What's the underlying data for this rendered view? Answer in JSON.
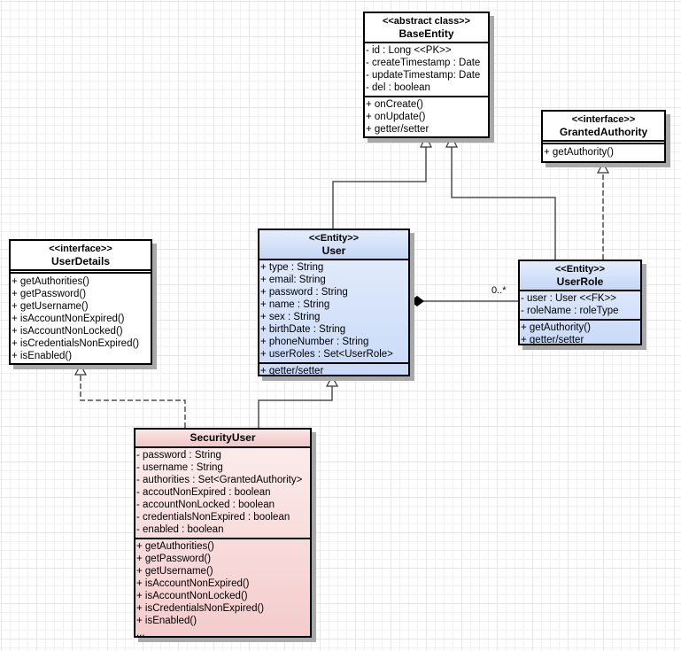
{
  "diagram": {
    "classes": {
      "base_entity": {
        "stereotype": "<<abstract class>>",
        "name": "BaseEntity",
        "attributes": [
          "- id : Long <<PK>>",
          "- createTimestamp : Date",
          "- updateTimestamp: Date",
          "- del : boolean"
        ],
        "methods": [
          "+ onCreate()",
          "+ onUpdate()",
          "+ getter/setter"
        ]
      },
      "granted_authority": {
        "stereotype": "<<interface>>",
        "name": "GrantedAuthority",
        "attributes": [],
        "methods": [
          "+ getAuthority()"
        ]
      },
      "user_details": {
        "stereotype": "<<interface>>",
        "name": "UserDetails",
        "attributes": [],
        "methods": [
          "+ getAuthorities()",
          "+ getPassword()",
          "+ getUsername()",
          "+ isAccountNonExpired()",
          "+ isAccountNonLocked()",
          "+ isCredentialsNonExpired()",
          "+ isEnabled()"
        ]
      },
      "user": {
        "stereotype": "<<Entity>>",
        "name": "User",
        "fill": "#c9daf8",
        "attributes": [
          "+ type : String",
          "+ email: String",
          "+ password : String",
          "+ name : String",
          "+ sex : String",
          "+ birthDate : String",
          "+ phoneNumber : String",
          "+ userRoles : Set<UserRole>"
        ],
        "methods": [
          "+ getter/setter"
        ]
      },
      "user_role": {
        "stereotype": "<<Entity>>",
        "name": "UserRole",
        "fill": "#c9daf8",
        "attributes": [
          "- user : User <<FK>>",
          "- roleName : roleType"
        ],
        "methods": [
          "+ getAuthority()",
          "+ getter/setter"
        ]
      },
      "security_user": {
        "stereotype": "",
        "name": "SecurityUser",
        "fill": "#f4cccc",
        "attributes": [
          "- password : String",
          "- username : String",
          "- authorities : Set<GrantedAuthority>",
          "- accoutNonExpired : boolean",
          "- accountNonLocked : boolean",
          "- credentialsNonExpired : boolean",
          "- enabled : boolean"
        ],
        "methods": [
          "+ getAuthorities()",
          "+ getPassword()",
          "+ getUsername()",
          "+ isAccountNonExpired()",
          "+ isAccountNonLocked()",
          "+ isCredentialsNonExpired()",
          "+ isEnabled()",
          "..."
        ]
      }
    },
    "relations": [
      {
        "type": "generalization",
        "from": "User",
        "to": "BaseEntity"
      },
      {
        "type": "generalization",
        "from": "UserRole",
        "to": "BaseEntity"
      },
      {
        "type": "realization",
        "from": "UserRole",
        "to": "GrantedAuthority"
      },
      {
        "type": "realization",
        "from": "SecurityUser",
        "to": "UserDetails"
      },
      {
        "type": "generalization",
        "from": "SecurityUser",
        "to": "User"
      },
      {
        "type": "composition",
        "from": "User",
        "to": "UserRole",
        "multiplicity": "0..*"
      }
    ],
    "multiplicity_label": "0..*"
  }
}
